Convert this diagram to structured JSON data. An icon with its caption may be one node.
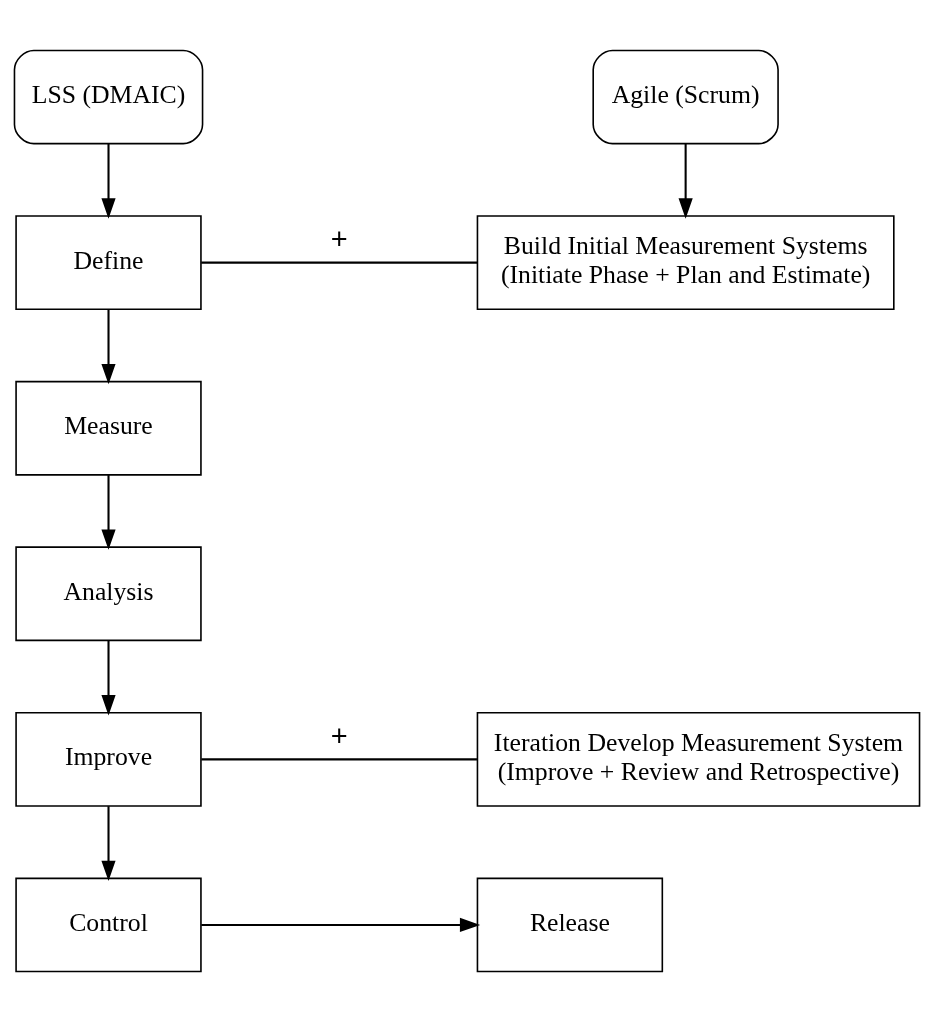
{
  "diagram": {
    "nodes": [
      {
        "text": [
          "LSS (DMAIC)"
        ]
      },
      {
        "text": [
          "Agile (Scrum)"
        ]
      },
      {
        "text": [
          "Define"
        ]
      },
      {
        "text": [
          "Build Initial Measurement Systems",
          "(Initiate Phase + Plan and Estimate)"
        ]
      },
      {
        "text": [
          "Measure"
        ]
      },
      {
        "text": [
          "Analysis"
        ]
      },
      {
        "text": [
          "Iteration Develop Measurement System",
          "(Improve + Review and Retrospective)"
        ]
      },
      {
        "text": [
          "Improve"
        ]
      },
      {
        "text": [
          "Control"
        ]
      },
      {
        "text": [
          "Release"
        ]
      }
    ],
    "edges": [
      {
        "from": 0,
        "to": 2,
        "arrow": "to"
      },
      {
        "from": 1,
        "to": 3,
        "arrow": "to"
      },
      {
        "from": 2,
        "to": 3,
        "arrow": "none",
        "label": "+"
      },
      {
        "from": 2,
        "to": 4,
        "arrow": "to"
      },
      {
        "from": 4,
        "to": 5,
        "arrow": "to"
      },
      {
        "from": 5,
        "to": 7,
        "arrow": "to"
      },
      {
        "from": 7,
        "to": 6,
        "arrow": "none",
        "label": "+"
      },
      {
        "from": 7,
        "to": 8,
        "arrow": "to"
      },
      {
        "from": 8,
        "to": 9,
        "arrow": "to"
      }
    ]
  }
}
